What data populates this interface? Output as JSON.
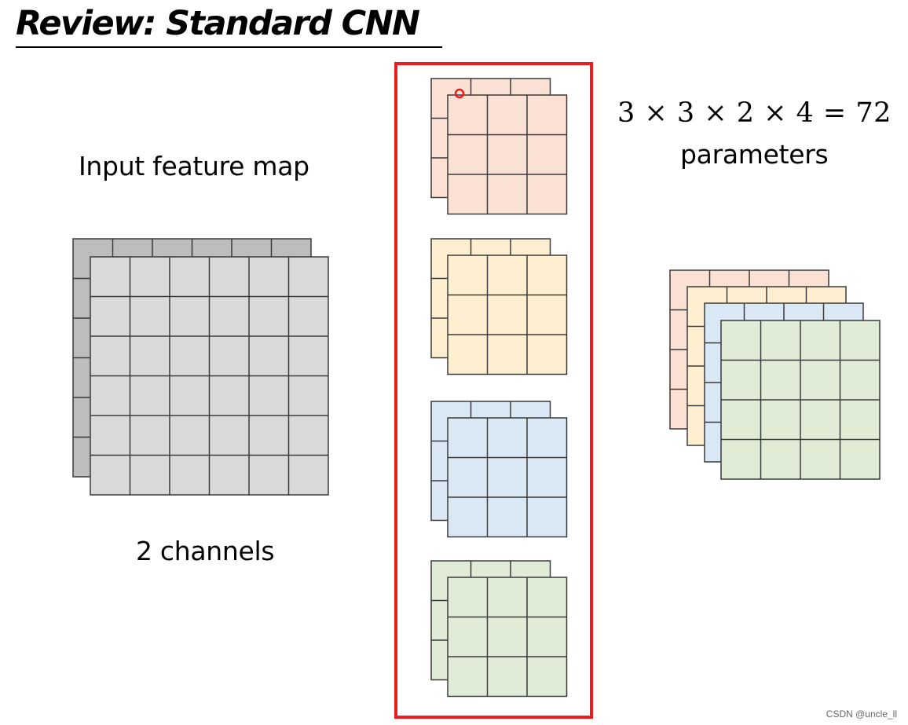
{
  "title": "Review: Standard CNN",
  "input": {
    "label": "Input feature map",
    "channels_label": "2 channels",
    "grid_size": 6,
    "channels": 2,
    "colors": {
      "back": "#bdbdbd",
      "front": "#d9d9d9"
    }
  },
  "filters": {
    "kernel_size": 3,
    "count": 4,
    "depth": 2,
    "colors": [
      "#fbe0d4",
      "#fdefcf",
      "#dae8f5",
      "#e1ecd7"
    ],
    "highlight_color": "#ee1c1c"
  },
  "output": {
    "grid_size": 4,
    "channels": 4,
    "colors": [
      "#fbe0d4",
      "#fdefcf",
      "#dae8f5",
      "#e1ecd7"
    ]
  },
  "formula": "3 × 3 × 2 × 4 = 72",
  "params_label": "parameters",
  "watermark": "CSDN @uncle_ll"
}
